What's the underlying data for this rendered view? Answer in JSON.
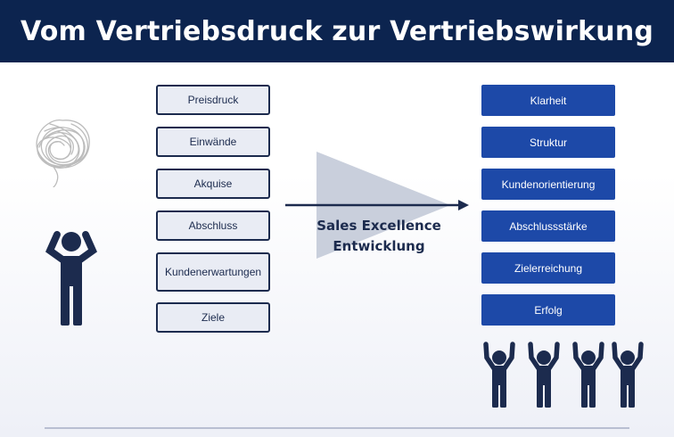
{
  "title": "Vom Vertriebsdruck zur Vertriebswirkung",
  "center_label_line1": "Sales Excellence",
  "center_label_line2": "Entwicklung",
  "left_items": [
    "Preisdruck",
    "Einwände",
    "Akquise",
    "Abschluss",
    "Kundenerwartungen",
    "Ziele"
  ],
  "right_items": [
    "Klarheit",
    "Struktur",
    "Kundenorientierung",
    "Abschlussstärke",
    "Zielerreichung",
    "Erfolg"
  ],
  "colors": {
    "header_bg": "#0c244f",
    "dark_navy": "#1c2b4e",
    "box_blue": "#1d49a8",
    "left_box_fill": "#e9ecf4",
    "triangle": "#c9cfdc"
  },
  "icons": [
    "tangled-scribble-icon",
    "stressed-person-icon",
    "arrow-right-icon",
    "celebrating-people-icon"
  ]
}
